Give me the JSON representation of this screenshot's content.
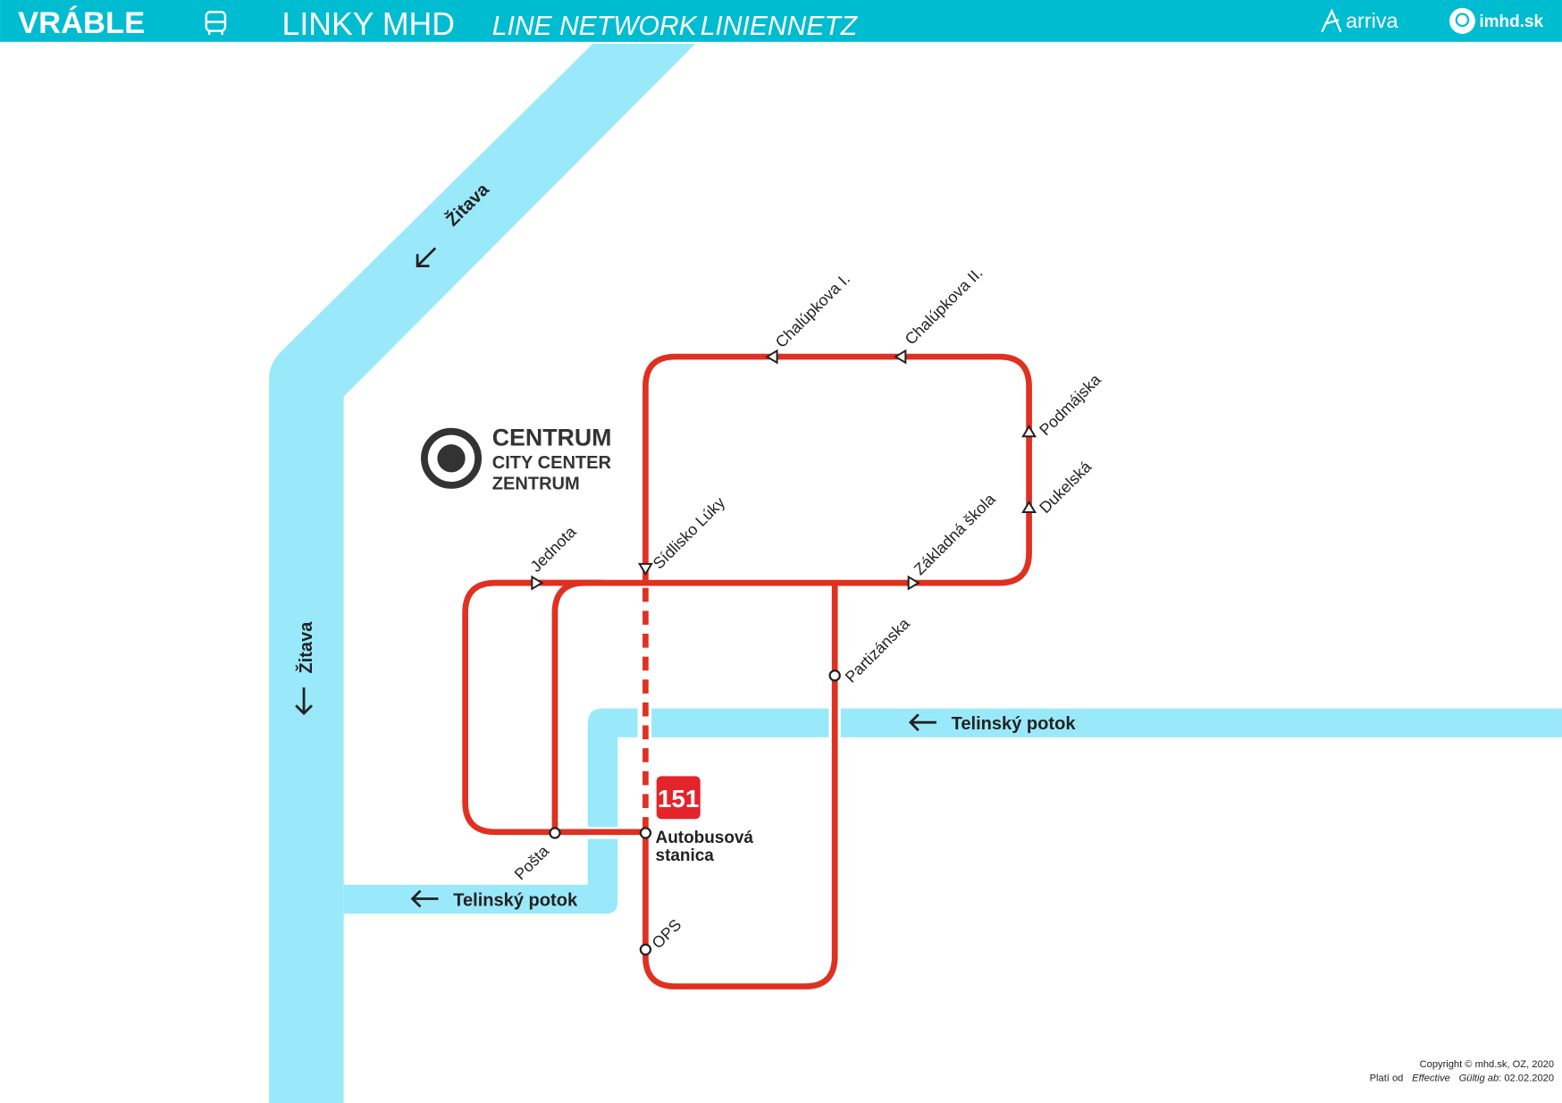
{
  "header": {
    "city": "VRÁBLE",
    "title": "LINKY MHD",
    "title_en": "LINE NETWORK",
    "title_de": "LINIENNETZ",
    "operator_logo": "arriva",
    "site_logo": "imhd.sk",
    "icon": "bus-icon"
  },
  "colors": {
    "header": "#00bcd0",
    "river": "#99e9fb",
    "line": "#e03020",
    "badge": "#e3242b"
  },
  "legend": {
    "centrum": "CENTRUM",
    "city_center": "CITY CENTER",
    "zentrum": "ZENTRUM"
  },
  "rivers": {
    "zitava": "Žitava",
    "telinsky": "Telinský potok"
  },
  "line": {
    "number": "151"
  },
  "stops": {
    "chalupkova1": "Chalúpkova I.",
    "chalupkova2": "Chalúpkova II.",
    "podmajska": "Podmájska",
    "dukelska": "Dukelská",
    "zakladna": "Základná škola",
    "sidlisko": "Sídlisko Lúky",
    "jednota": "Jednota",
    "partizanska": "Partizánska",
    "posta": "Pošta",
    "ops": "OPS",
    "autobusova1": "Autobusová",
    "autobusova2": "stanica"
  },
  "footer": {
    "copyright": "Copyright © mhd.sk, OZ, 2020",
    "valid_sk": "Platí od",
    "valid_en": "Effective",
    "valid_de": "Gültig ab",
    "date": ": 02.02.2020"
  }
}
